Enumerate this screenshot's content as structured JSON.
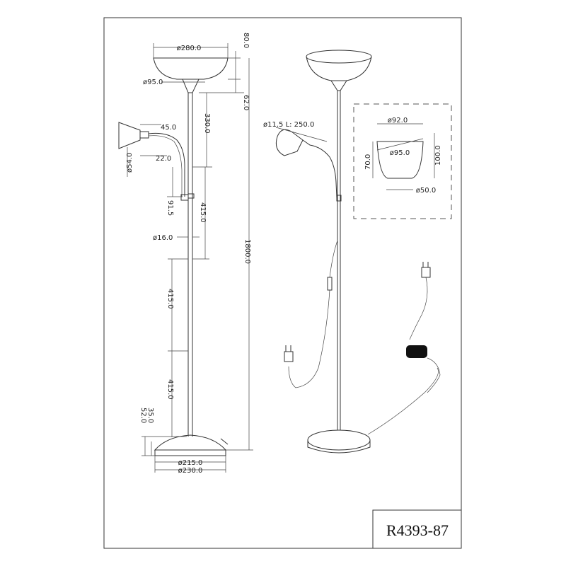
{
  "model_code": "R4393-87",
  "dimensions": {
    "shade_diameter": "ø280.0",
    "shade_height": "80.0",
    "shade_neck_diameter": "ø95.0",
    "neck_height": "62.0",
    "reading_arm_drop": "330.0",
    "reading_shade_depth": "45.0",
    "reading_shade_diameter": "ø54.0",
    "reading_neck": "22.0",
    "switch_offset": "91.5",
    "upper_pole_segment": "415.0",
    "pole_diameter": "ø16.0",
    "middle_pole_segment": "415.0",
    "lower_pole_segment": "415.0",
    "total_height": "1800.0",
    "base_height_outer": "52.0",
    "base_height_inner": "35.0",
    "base_top_diameter": "ø215.0",
    "base_diameter": "ø230.0",
    "flex_arm": "ø11.5  L: 250.0",
    "detail_top_diameter": "ø92.0",
    "detail_mid_diameter": "ø95.0",
    "detail_height_a": "70.0",
    "detail_height_b": "100.0",
    "detail_bottom_diameter": "ø50.0"
  }
}
